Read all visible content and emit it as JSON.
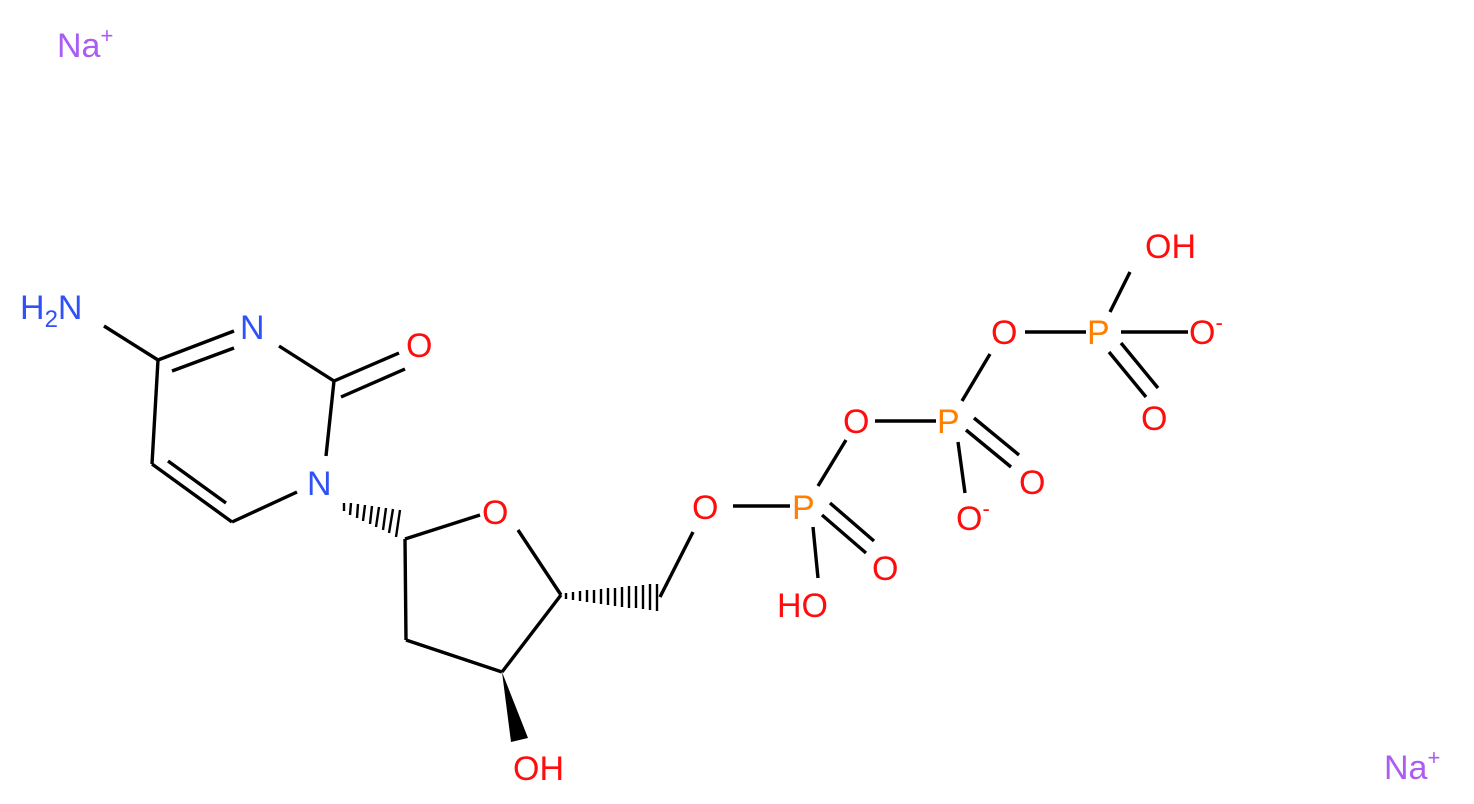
{
  "colors": {
    "bond": "#000000",
    "nitrogen": "#3050F8",
    "oxygen": "#FF0D0D",
    "phosphorus": "#FF8000",
    "sodium": "#AB5CF2"
  },
  "counterions": {
    "na1": {
      "symbol": "Na",
      "charge": "+"
    },
    "na2": {
      "symbol": "Na",
      "charge": "+"
    }
  },
  "atoms": {
    "amine_h": "H",
    "amine_h_count": "2",
    "amine_n": "N",
    "ring_n3": "N",
    "ring_n1": "N",
    "carbonyl_o": "O",
    "sugar_o": "O",
    "hydroxyl_3": "OH",
    "ester_o5": "O",
    "p_alpha": "P",
    "p_alpha_oh": "HO",
    "p_alpha_o": "O",
    "bridge_o1": "O",
    "p_beta": "P",
    "p_beta_o": "O",
    "p_beta_ominus": "O",
    "p_beta_charge": "-",
    "bridge_o2": "O",
    "p_gamma": "P",
    "p_gamma_oh": "OH",
    "p_gamma_ominus": "O",
    "p_gamma_charge": "-",
    "p_gamma_o": "O"
  }
}
